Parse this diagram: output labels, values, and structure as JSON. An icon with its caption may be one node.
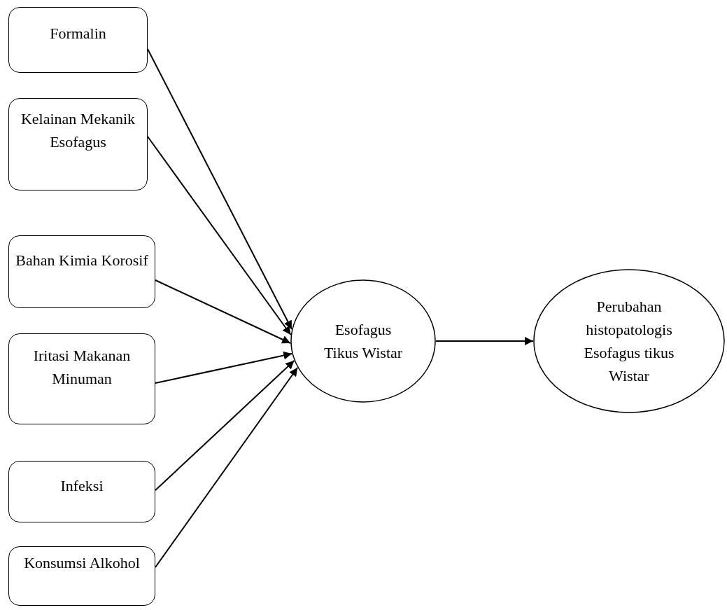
{
  "diagram": {
    "nodes": [
      {
        "text": [
          "Formalin"
        ]
      },
      {
        "text": [
          "Kelainan Mekanik Esofagus"
        ]
      },
      {
        "text": [
          "Bahan Kimia Korosif"
        ]
      },
      {
        "text": [
          "Iritasi Makanan Minuman"
        ]
      },
      {
        "text": [
          "Infeksi"
        ]
      },
      {
        "text": [
          "Konsumsi Alkohol"
        ]
      },
      {
        "text": [
          "Esofagus Tikus Wistar"
        ]
      },
      {
        "text": [
          "Perubahan histopatologis Esofagus tikus Wistar"
        ]
      }
    ],
    "edges": [
      {
        "from": 0,
        "to": 6,
        "arrow": "to"
      },
      {
        "from": 1,
        "to": 6,
        "arrow": "to"
      },
      {
        "from": 2,
        "to": 6,
        "arrow": "to"
      },
      {
        "from": 3,
        "to": 6,
        "arrow": "to"
      },
      {
        "from": 4,
        "to": 6,
        "arrow": "to"
      },
      {
        "from": 5,
        "to": 6,
        "arrow": "to"
      },
      {
        "from": 6,
        "to": 7,
        "arrow": "to"
      }
    ]
  }
}
